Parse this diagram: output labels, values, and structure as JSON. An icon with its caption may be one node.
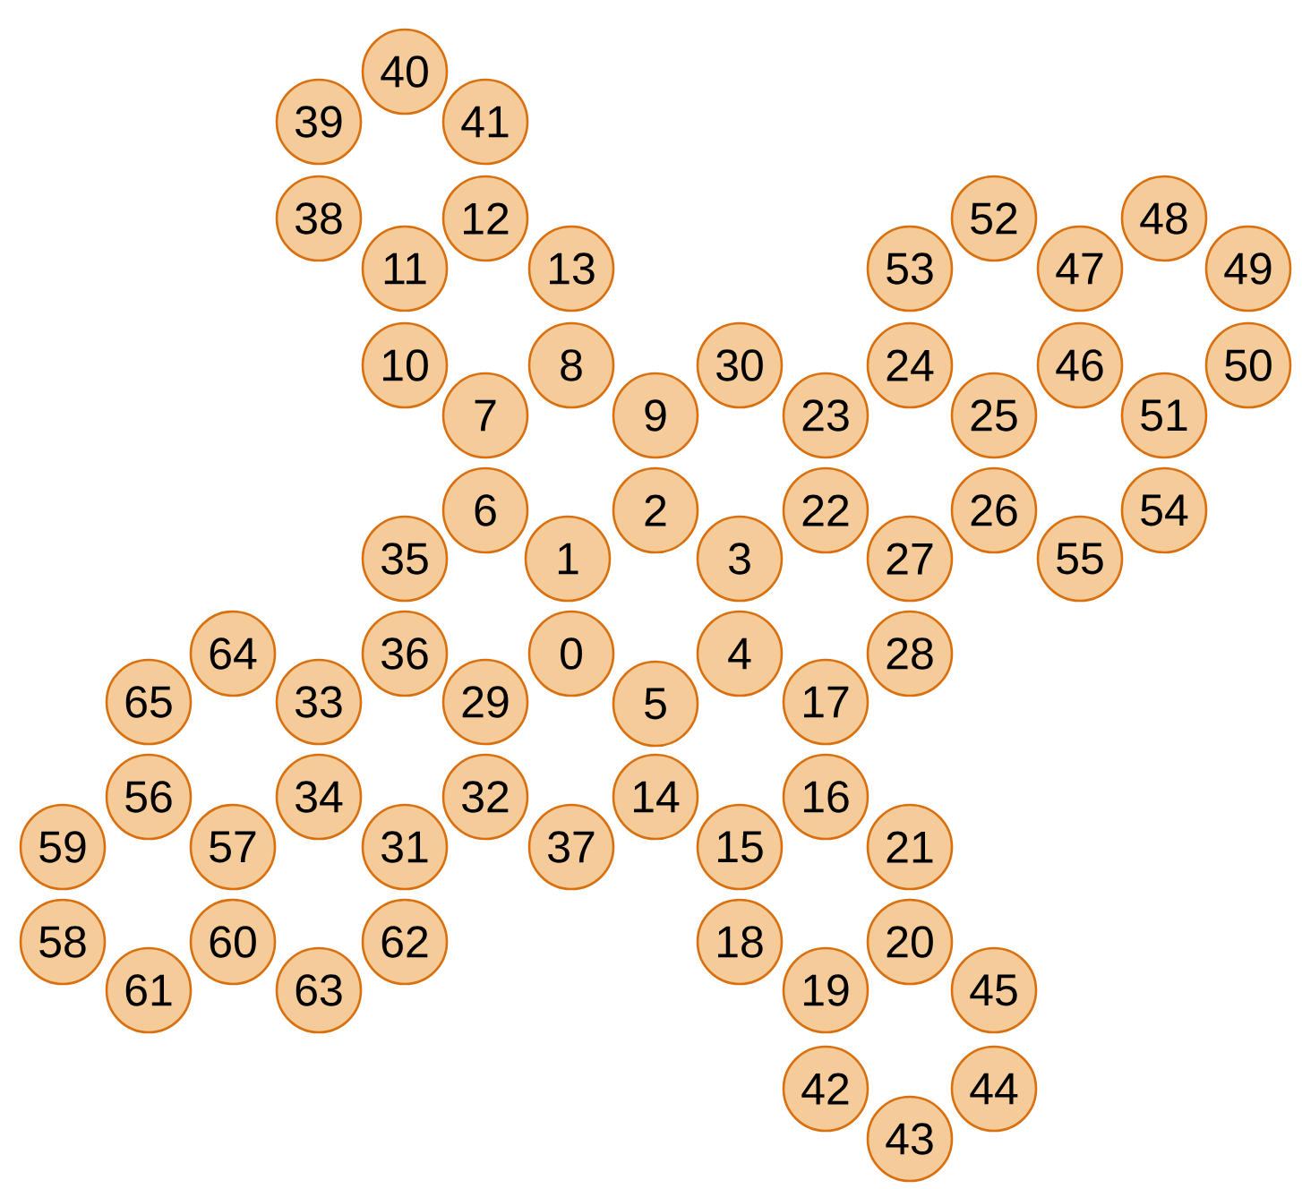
{
  "diagram": {
    "nodes": [
      {
        "text": [
          "0"
        ]
      },
      {
        "text": [
          "1"
        ]
      },
      {
        "text": [
          "2"
        ]
      },
      {
        "text": [
          "3"
        ]
      },
      {
        "text": [
          "4"
        ]
      },
      {
        "text": [
          "5"
        ]
      },
      {
        "text": [
          "6"
        ]
      },
      {
        "text": [
          "7"
        ]
      },
      {
        "text": [
          "8"
        ]
      },
      {
        "text": [
          "9"
        ]
      },
      {
        "text": [
          "10"
        ]
      },
      {
        "text": [
          "11"
        ]
      },
      {
        "text": [
          "12"
        ]
      },
      {
        "text": [
          "13"
        ]
      },
      {
        "text": [
          "14"
        ]
      },
      {
        "text": [
          "15"
        ]
      },
      {
        "text": [
          "16"
        ]
      },
      {
        "text": [
          "17"
        ]
      },
      {
        "text": [
          "18"
        ]
      },
      {
        "text": [
          "19"
        ]
      },
      {
        "text": [
          "20"
        ]
      },
      {
        "text": [
          "21"
        ]
      },
      {
        "text": [
          "22"
        ]
      },
      {
        "text": [
          "23"
        ]
      },
      {
        "text": [
          "24"
        ]
      },
      {
        "text": [
          "25"
        ]
      },
      {
        "text": [
          "26"
        ]
      },
      {
        "text": [
          "27"
        ]
      },
      {
        "text": [
          "28"
        ]
      },
      {
        "text": [
          "29"
        ]
      },
      {
        "text": [
          "30"
        ]
      },
      {
        "text": [
          "31"
        ]
      },
      {
        "text": [
          "32"
        ]
      },
      {
        "text": [
          "33"
        ]
      },
      {
        "text": [
          "34"
        ]
      },
      {
        "text": [
          "35"
        ]
      },
      {
        "text": [
          "36"
        ]
      },
      {
        "text": [
          "37"
        ]
      },
      {
        "text": [
          "38"
        ]
      },
      {
        "text": [
          "39"
        ]
      },
      {
        "text": [
          "40"
        ]
      },
      {
        "text": [
          "41"
        ]
      },
      {
        "text": [
          "42"
        ]
      },
      {
        "text": [
          "43"
        ]
      },
      {
        "text": [
          "44"
        ]
      },
      {
        "text": [
          "45"
        ]
      },
      {
        "text": [
          "46"
        ]
      },
      {
        "text": [
          "47"
        ]
      },
      {
        "text": [
          "48"
        ]
      },
      {
        "text": [
          "49"
        ]
      },
      {
        "text": [
          "50"
        ]
      },
      {
        "text": [
          "51"
        ]
      },
      {
        "text": [
          "52"
        ]
      },
      {
        "text": [
          "53"
        ]
      },
      {
        "text": [
          "54"
        ]
      },
      {
        "text": [
          "55"
        ]
      },
      {
        "text": [
          "56"
        ]
      },
      {
        "text": [
          "57"
        ]
      },
      {
        "text": [
          "58"
        ]
      },
      {
        "text": [
          "59"
        ]
      },
      {
        "text": [
          "60"
        ]
      },
      {
        "text": [
          "61"
        ]
      },
      {
        "text": [
          "62"
        ]
      },
      {
        "text": [
          "63"
        ]
      },
      {
        "text": [
          "64"
        ]
      },
      {
        "text": [
          "65"
        ]
      }
    ]
  }
}
